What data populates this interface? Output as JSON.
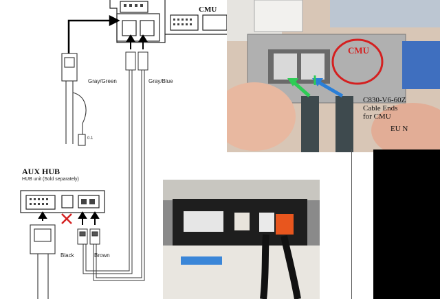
{
  "diagram": {
    "cmu_label": "CMU",
    "aux_hub_title": "AUX HUB",
    "hub_unit_note": "HUB unit (Sold separately)",
    "wire_gray_green": "Gray/Green",
    "wire_gray_blue": "Gray/Blue",
    "wire_black": "Black",
    "wire_brown": "Brown",
    "small_label": "0.1"
  },
  "photo_top": {
    "stamp_label": "CMU",
    "caption_line1": "C830-V6-60Z",
    "caption_line2": "Cable Ends",
    "caption_line3": "for CMU",
    "caption_line4": "EU N"
  },
  "colors": {
    "stamp_red": "#d42020",
    "arrow_green": "#2ecc55",
    "arrow_blue": "#2a7fd8",
    "connector_orange": "#e8561e",
    "cross_red": "#d42020"
  }
}
